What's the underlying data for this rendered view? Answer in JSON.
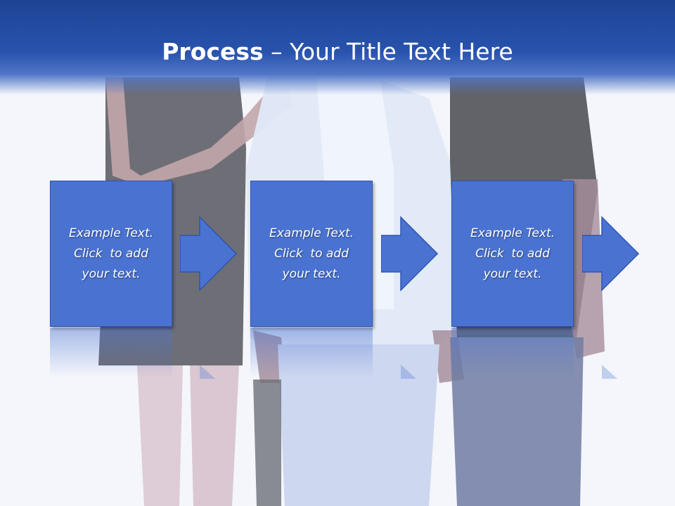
{
  "slide": {
    "title_bold": "Process",
    "title_separator": " – ",
    "title_rest": "Your Title Text Here"
  },
  "steps": [
    {
      "line1": "Example Text.",
      "line2": "Click  to add",
      "line3": "your text."
    },
    {
      "line1": "Example Text.",
      "line2": "Click  to add",
      "line3": "your text."
    },
    {
      "line1": "Example Text.",
      "line2": "Click  to add",
      "line3": "your text."
    }
  ],
  "colors": {
    "header": "#2853ad",
    "box_fill": "#4a73d1",
    "box_border": "#2f54b0",
    "text": "#ffffff"
  }
}
